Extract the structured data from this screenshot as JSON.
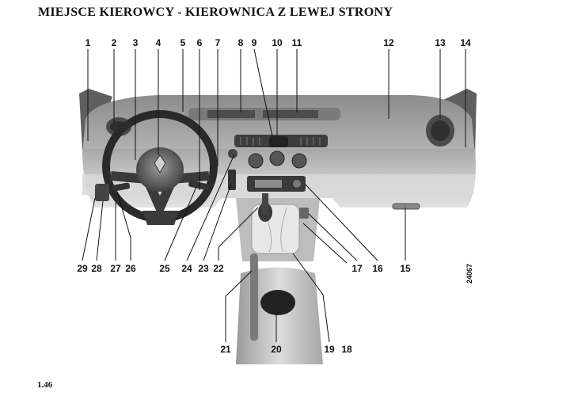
{
  "page": {
    "title": "MIEJSCE KIEROWCY - KIEROWNICA Z LEWEJ STRONY",
    "page_number": "1.46",
    "figure_code": "24067"
  },
  "callouts": [
    "1",
    "2",
    "3",
    "4",
    "5",
    "6",
    "7",
    "8",
    "9",
    "10",
    "11",
    "12",
    "13",
    "14",
    "15",
    "16",
    "17",
    "18",
    "19",
    "20",
    "21",
    "22",
    "23",
    "24",
    "25",
    "26",
    "27",
    "28",
    "29"
  ]
}
